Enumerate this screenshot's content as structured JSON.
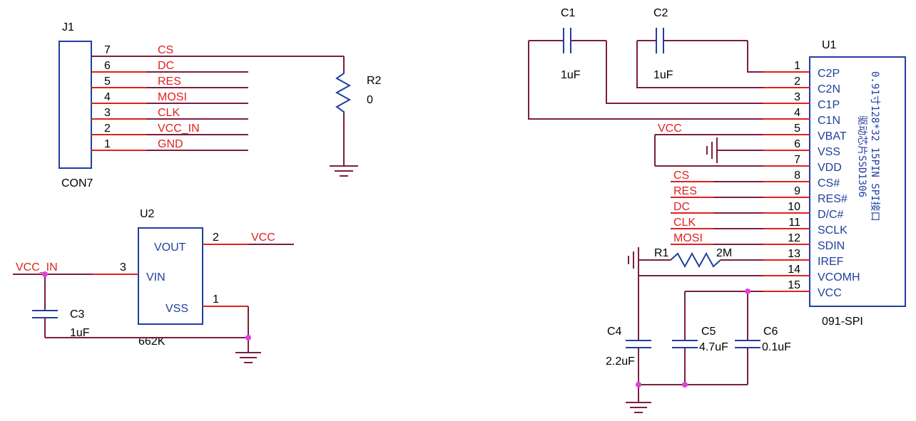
{
  "j1": {
    "ref": "J1",
    "part": "CON7",
    "pins": [
      {
        "num": "7",
        "net": "CS"
      },
      {
        "num": "6",
        "net": "DC"
      },
      {
        "num": "5",
        "net": "RES"
      },
      {
        "num": "4",
        "net": "MOSI"
      },
      {
        "num": "3",
        "net": "CLK"
      },
      {
        "num": "2",
        "net": "VCC_IN"
      },
      {
        "num": "1",
        "net": "GND"
      }
    ]
  },
  "r2": {
    "ref": "R2",
    "value": "0"
  },
  "u2": {
    "ref": "U2",
    "part": "662K",
    "pins": [
      {
        "num": "2",
        "name": "VOUT"
      },
      {
        "num": "3",
        "name": "VIN"
      },
      {
        "num": "1",
        "name": "VSS"
      }
    ],
    "nets": {
      "out": "VCC",
      "in": "VCC_IN"
    }
  },
  "c3": {
    "ref": "C3",
    "value": "1uF"
  },
  "c1": {
    "ref": "C1",
    "value": "1uF"
  },
  "c2": {
    "ref": "C2",
    "value": "1uF"
  },
  "u1": {
    "ref": "U1",
    "part": "091-SPI",
    "desc1": "0.91寸128*32 15PIN SPI接口",
    "desc2": "驱动芯片SSD1306",
    "pins": [
      {
        "num": "1",
        "name": "C2P"
      },
      {
        "num": "2",
        "name": "C2N"
      },
      {
        "num": "3",
        "name": "C1P"
      },
      {
        "num": "4",
        "name": "C1N"
      },
      {
        "num": "5",
        "name": "VBAT"
      },
      {
        "num": "6",
        "name": "VSS"
      },
      {
        "num": "7",
        "name": "VDD"
      },
      {
        "num": "8",
        "name": "CS#"
      },
      {
        "num": "9",
        "name": "RES#"
      },
      {
        "num": "10",
        "name": "D/C#"
      },
      {
        "num": "11",
        "name": "SCLK"
      },
      {
        "num": "12",
        "name": "SDIN"
      },
      {
        "num": "13",
        "name": "IREF"
      },
      {
        "num": "14",
        "name": "VCOMH"
      },
      {
        "num": "15",
        "name": "VCC"
      }
    ],
    "nets": {
      "vbat": "VCC",
      "cs": "CS",
      "res": "RES",
      "dc": "DC",
      "clk": "CLK",
      "mosi": "MOSI"
    }
  },
  "r1": {
    "ref": "R1",
    "value": "2M"
  },
  "c4": {
    "ref": "C4",
    "value": "2.2uF"
  },
  "c5": {
    "ref": "C5",
    "value": "4.7uF"
  },
  "c6": {
    "ref": "C6",
    "value": "0.1uF"
  },
  "colors": {
    "wire": "#7a1f3d",
    "net": "#e02020",
    "body": "#1f3f9f",
    "junction": "#e040e0"
  }
}
